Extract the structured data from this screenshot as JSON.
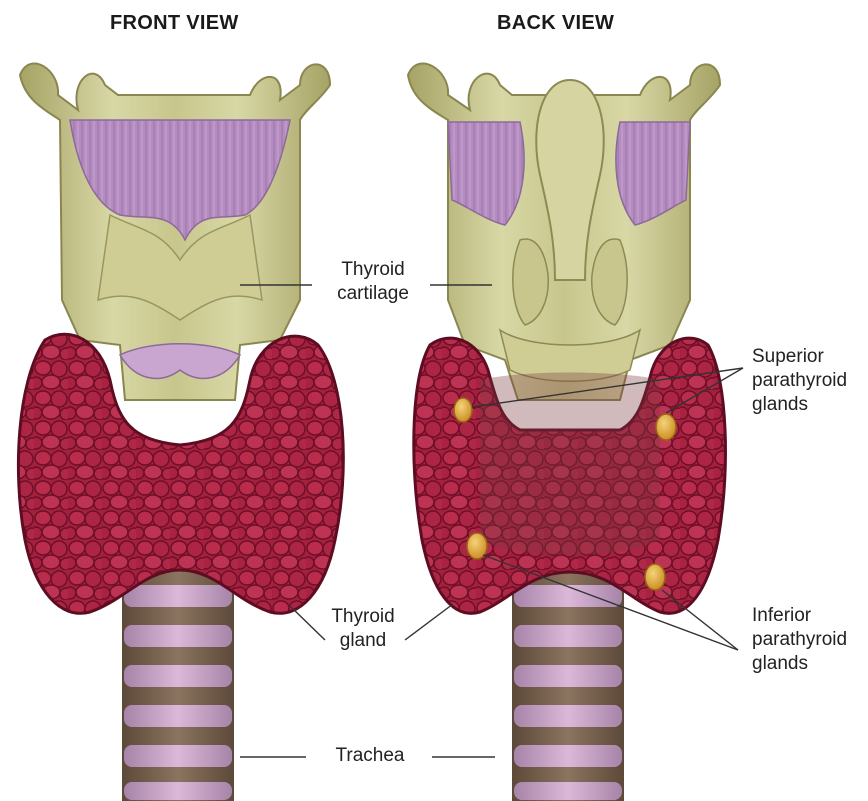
{
  "views": {
    "front_title": "FRONT VIEW",
    "back_title": "BACK VIEW"
  },
  "labels": {
    "thyroid_cartilage": [
      "Thyroid",
      "cartilage"
    ],
    "superior_parathyroid": [
      "Superior",
      "parathyroid",
      "glands"
    ],
    "thyroid_gland": [
      "Thyroid",
      "gland"
    ],
    "inferior_parathyroid": [
      "Inferior",
      "parathyroid",
      "glands"
    ],
    "trachea": "Trachea"
  },
  "colors": {
    "cartilage": "#cfcf9a",
    "cartilage_shadow": "#9e9a5e",
    "membrane": "#b990c2",
    "thyroid": "#a3203f",
    "thyroid_dark": "#6e0f28",
    "parathyroid": "#e0ac33",
    "trachea_ring": "#cfa3cb",
    "trachea_band": "#6f5a48"
  }
}
